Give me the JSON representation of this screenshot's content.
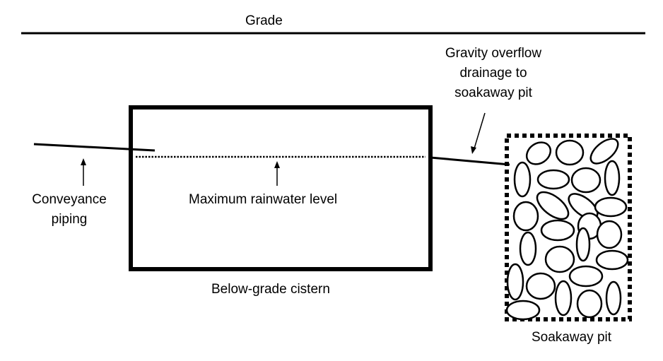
{
  "labels": {
    "grade": "Grade",
    "gravity_overflow": [
      "Gravity overflow",
      "drainage to",
      "soakaway pit"
    ],
    "conveyance_piping": [
      "Conveyance",
      "piping"
    ],
    "max_level": "Maximum rainwater level",
    "cistern": "Below-grade cistern",
    "soakaway": "Soakaway pit"
  },
  "colors": {
    "line": "#000000",
    "grade_glow": "#92d050",
    "background": "#ffffff"
  }
}
